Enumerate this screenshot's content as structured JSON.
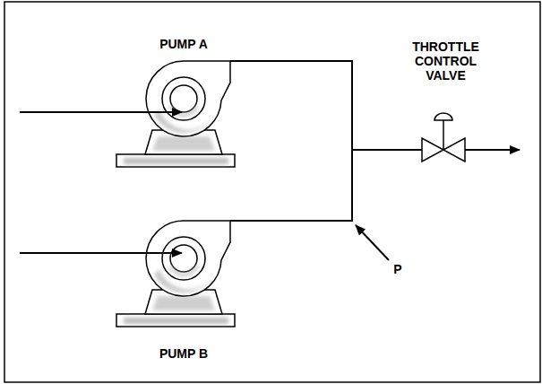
{
  "diagram": {
    "labels": [
      "PUMP A",
      "PUMP B",
      "THROTTLE CONTROL VALVE",
      "P"
    ]
  }
}
